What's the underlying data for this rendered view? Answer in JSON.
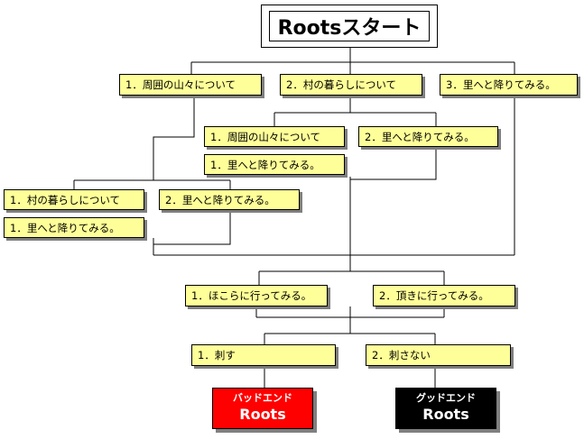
{
  "start": {
    "title": "Rootsスタート"
  },
  "choices": {
    "a1": "1．周囲の山々について",
    "a2": "2．村の暮らしについて",
    "a3": "3．里へと降りてみる。",
    "b1": "1．周囲の山々について",
    "b2": "2．里へと降りてみる。",
    "b3": "1．里へと降りてみる。",
    "c1": "1．村の暮らしについて",
    "c2": "2．里へと降りてみる。",
    "c3": "1．里へと降りてみる。",
    "d1": "1．ほこらに行ってみる。",
    "d2": "2．頂きに行ってみる。",
    "e1": "1．刺す",
    "e2": "2．刺さない"
  },
  "endings": {
    "bad": {
      "kana": "バッドエンド",
      "word": "Roots",
      "color": "#ff0000"
    },
    "good": {
      "kana": "グッドエンド",
      "word": "Roots",
      "color": "#000000"
    }
  },
  "colors": {
    "choice_fill": "#ffff99",
    "shadow": "#7f7f7f",
    "line": "#000000"
  }
}
